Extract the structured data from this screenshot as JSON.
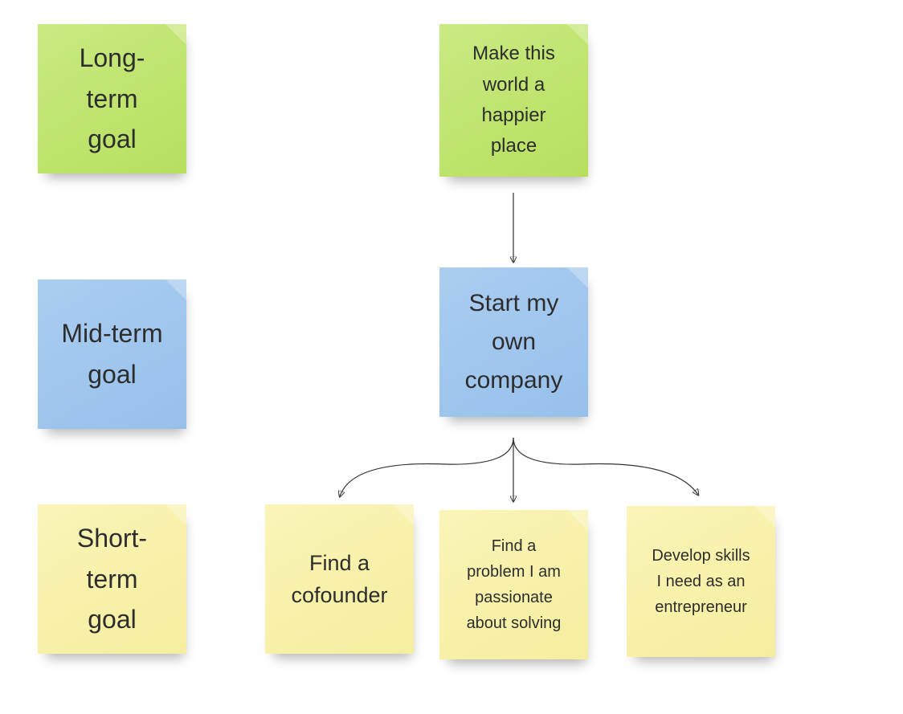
{
  "board": {
    "background_color": "#ffffff",
    "note_colors": {
      "green": "#bde26a",
      "blue": "#9ec5ec",
      "yellow": "#f8f1a8"
    },
    "arrow_color": "#333333"
  },
  "legend": [
    {
      "label": "Long-term goal",
      "color": "green"
    },
    {
      "label": "Mid-term goal",
      "color": "blue"
    },
    {
      "label": "Short-term goal",
      "color": "yellow"
    }
  ],
  "flow": {
    "long_term": {
      "text": "Make this world a happier place",
      "color": "green"
    },
    "mid_term": {
      "text": "Start my own company",
      "color": "blue"
    },
    "short_term": [
      {
        "text": "Find a cofounder",
        "color": "yellow"
      },
      {
        "text": "Find a problem I am passionate about solving",
        "color": "yellow"
      },
      {
        "text": "Develop skills I need as an entrepreneur",
        "color": "yellow"
      }
    ]
  }
}
